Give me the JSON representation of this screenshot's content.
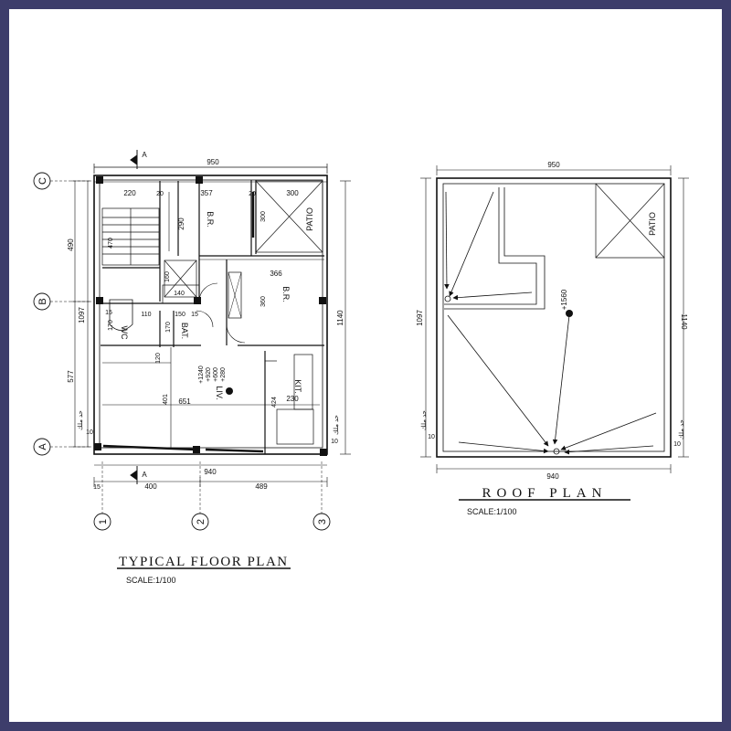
{
  "colors": {
    "frame": "#3d3d6b",
    "paper": "#ffffff",
    "ink": "#111111"
  },
  "floor_plan": {
    "title": "TYPICAL FLOOR PLAN",
    "scale": "SCALE:1/100",
    "grid_letters": [
      "C",
      "B",
      "A"
    ],
    "grid_numbers": [
      "1",
      "2",
      "3"
    ],
    "section_marker": "A",
    "rooms": {
      "br1": "B.R.",
      "br2": "B.R.",
      "patio": "PATIO",
      "wc": "WC",
      "bat": "BAT.",
      "liv": "LIV.",
      "kit": "KIT."
    },
    "dims": {
      "top_total": "950",
      "d220": "220",
      "d20a": "20",
      "d357": "357",
      "d20b": "20",
      "d300": "300",
      "d290": "290",
      "d300v": "300",
      "d470": "470",
      "d160": "160",
      "d140": "140",
      "d366": "366",
      "d360": "360",
      "d15a": "15",
      "d170a": "170",
      "d110": "110",
      "d150": "150",
      "d170b": "170",
      "d15b": "15",
      "d120": "120",
      "d401": "401",
      "d651": "651",
      "d424": "424",
      "d230": "230",
      "left_490": "490",
      "left_1097": "1097",
      "left_577": "577",
      "right_1140": "1140",
      "bot_15": "15",
      "bot_400": "400",
      "bot_940": "940",
      "bot_489": "489",
      "d10": "10"
    },
    "levels": [
      "+1240",
      "+920",
      "+600",
      "+280"
    ],
    "border_label": "حد ملك"
  },
  "roof_plan": {
    "title": "ROOF PLAN",
    "scale": "SCALE:1/100",
    "patio": "PATIO",
    "level": "+1560",
    "dims": {
      "top": "950",
      "bottom": "940",
      "left": "1097",
      "right": "1140",
      "d10a": "10",
      "d10b": "10"
    },
    "border_label": "حد ملك"
  }
}
